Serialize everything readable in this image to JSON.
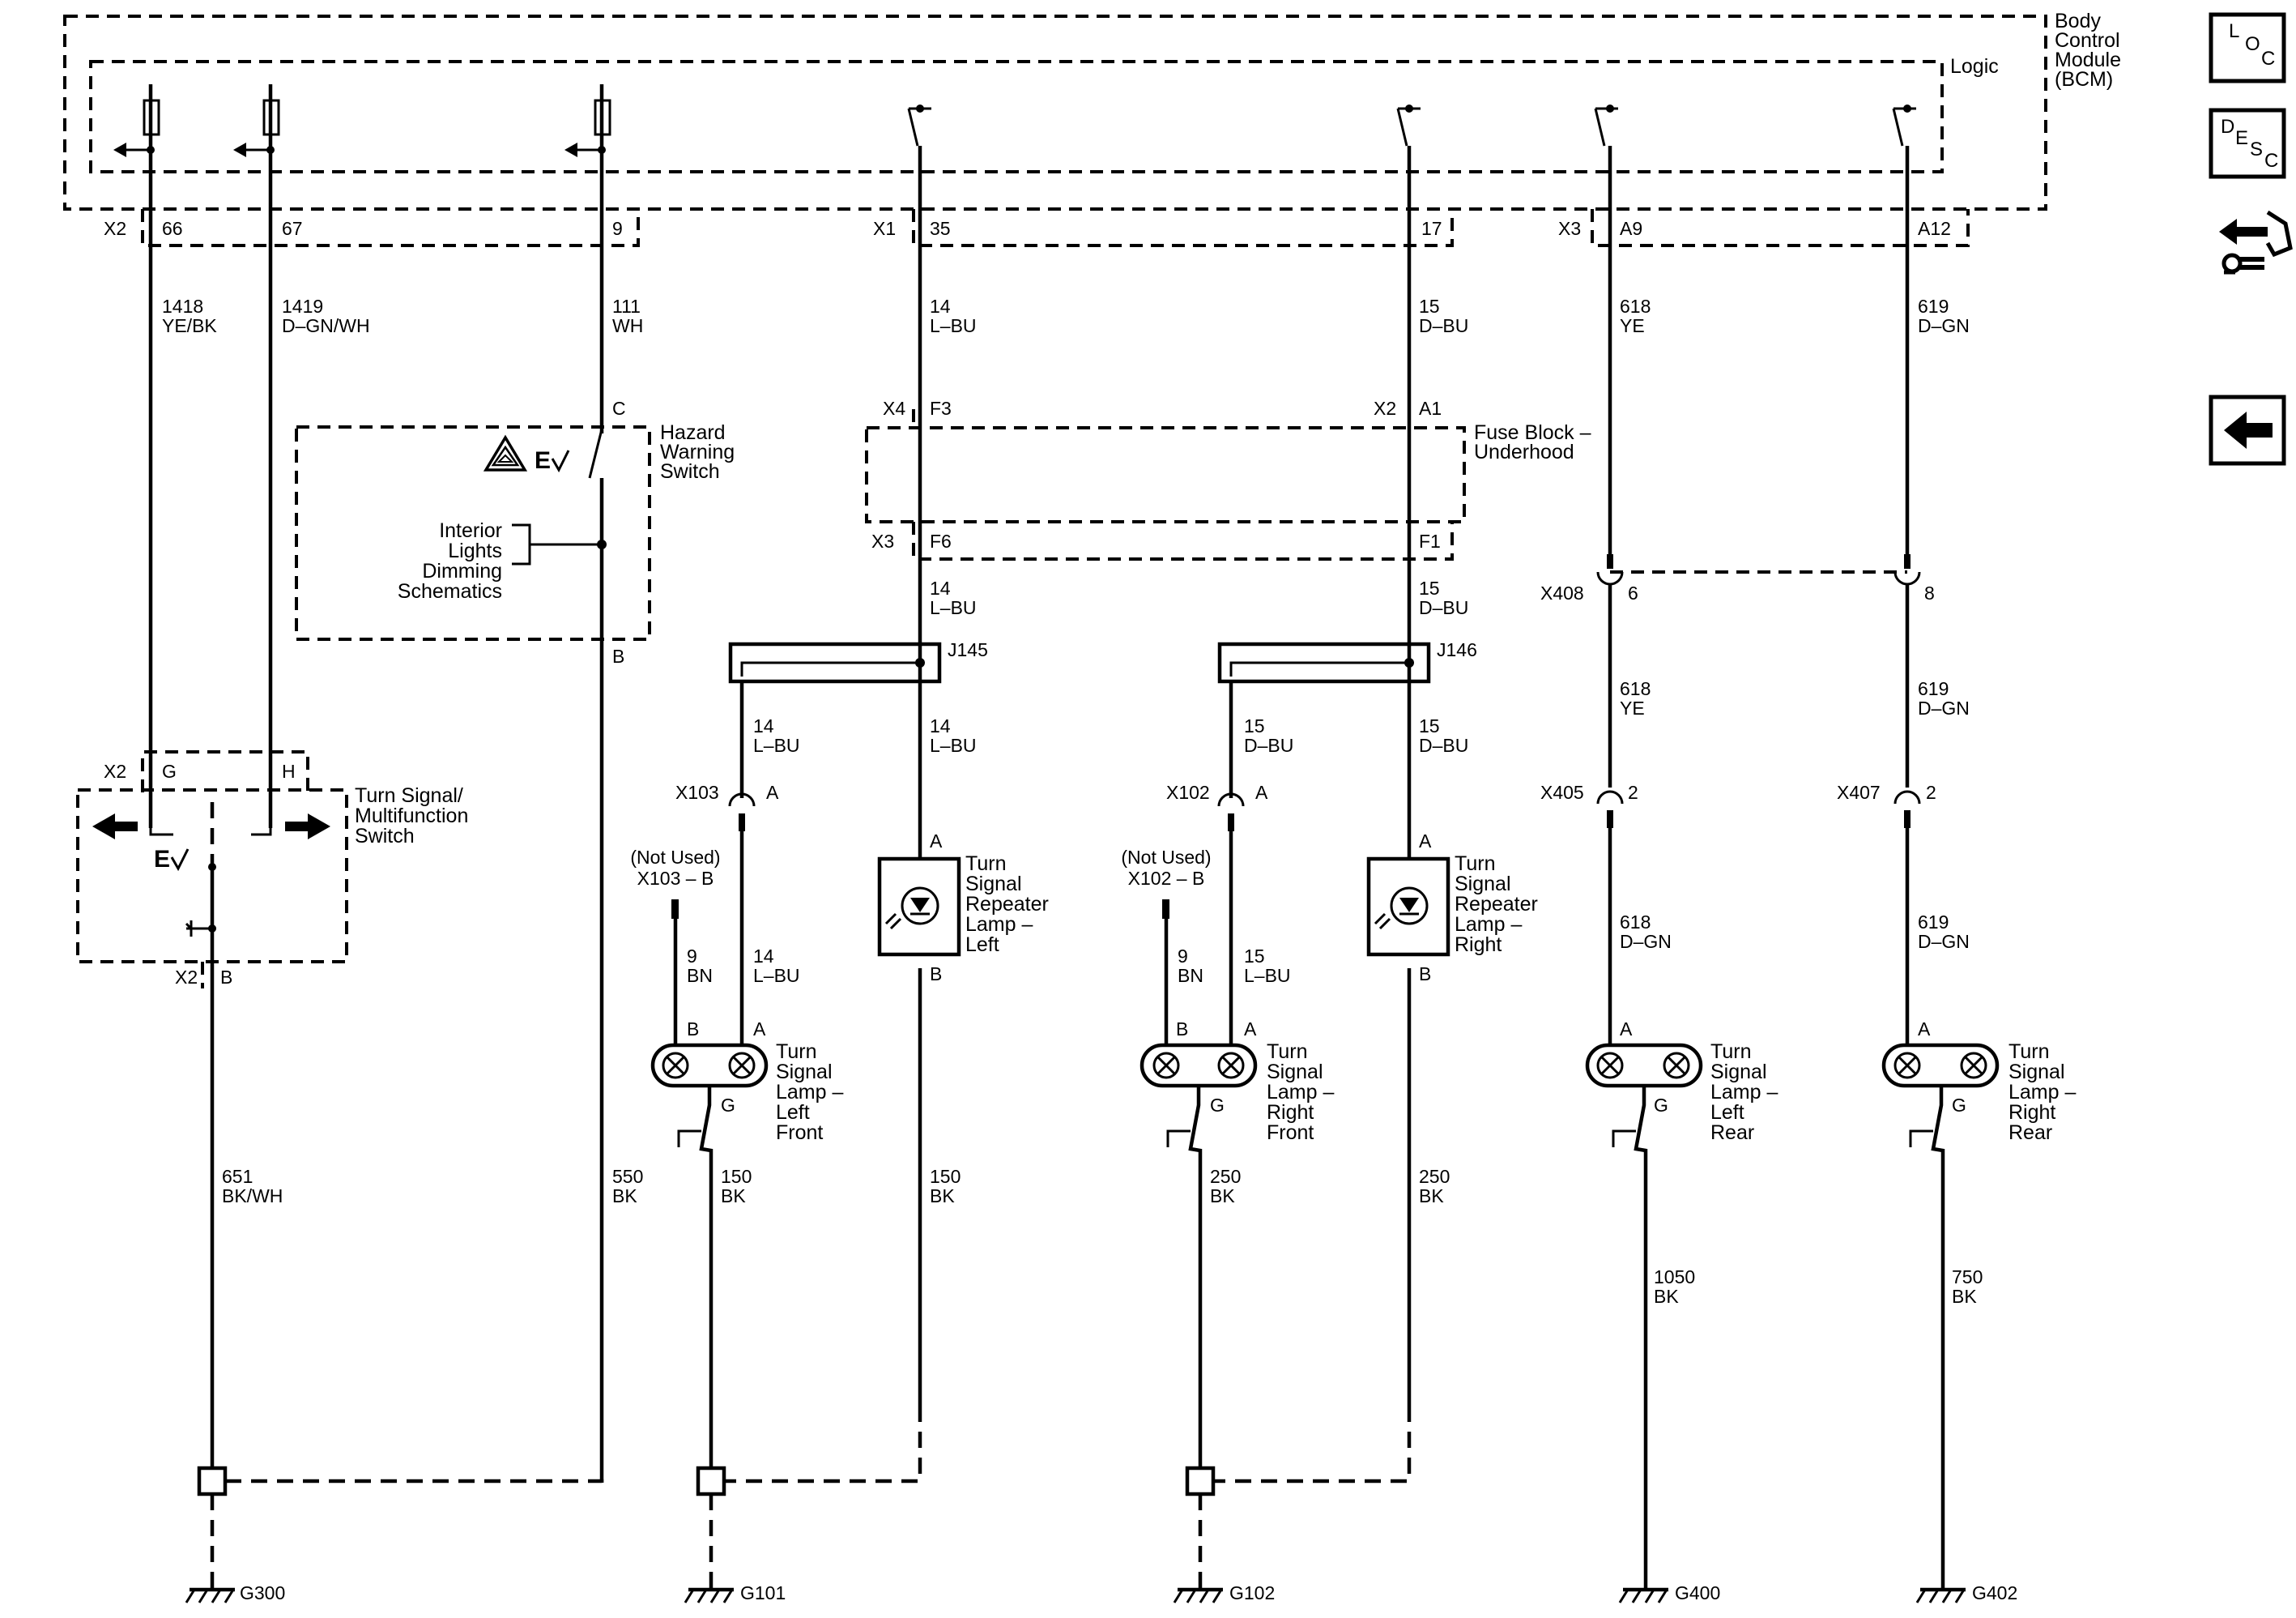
{
  "modules": {
    "bcm_title": [
      "Body",
      "Control",
      "Module",
      "(BCM)"
    ],
    "logic": "Logic",
    "hazard": [
      "Hazard",
      "Warning",
      "Switch"
    ],
    "interior": [
      "Interior",
      "Lights",
      "Dimming",
      "Schematics"
    ],
    "fuse_block": [
      "Fuse Block –",
      "Underhood"
    ],
    "turn_switch": [
      "Turn Signal/",
      "Multifunction",
      "Switch"
    ],
    "repeater_left": [
      "Turn",
      "Signal",
      "Repeater",
      "Lamp –",
      "Left"
    ],
    "repeater_right": [
      "Turn",
      "Signal",
      "Repeater",
      "Lamp –",
      "Right"
    ],
    "lamp_lf": [
      "Turn",
      "Signal",
      "Lamp –",
      "Left",
      "Front"
    ],
    "lamp_rf": [
      "Turn",
      "Signal",
      "Lamp –",
      "Right",
      "Front"
    ],
    "lamp_lr": [
      "Turn",
      "Signal",
      "Lamp –",
      "Left",
      "Rear"
    ],
    "lamp_rr": [
      "Turn",
      "Signal",
      "Lamp –",
      "Right",
      "Rear"
    ],
    "not_used_103": [
      "(Not Used)",
      "X103 – B"
    ],
    "not_used_102": [
      "(Not Used)",
      "X102 – B"
    ]
  },
  "connectors": {
    "x2": "X2",
    "p66": "66",
    "p67": "67",
    "p9": "9",
    "x1": "X1",
    "p35": "35",
    "p17": "17",
    "x3": "X3",
    "pa9": "A9",
    "pa12": "A12",
    "pc": "C",
    "pb": "B",
    "x4": "X4",
    "pf3": "F3",
    "x2b": "X2",
    "pa1": "A1",
    "x3b": "X3",
    "pf6": "F6",
    "pf1": "F1",
    "x408": "X408",
    "p6": "6",
    "p8": "8",
    "j145": "J145",
    "j146": "J146",
    "x103": "X103",
    "pa_103": "A",
    "x102": "X102",
    "pa_102": "A",
    "x405": "X405",
    "p2a": "2",
    "x407": "X407",
    "p2b": "2",
    "rep_l_a": "A",
    "rep_l_b": "B",
    "rep_r_a": "A",
    "rep_r_b": "B",
    "ts_x2": "X2",
    "ts_g": "G",
    "ts_h": "H",
    "ts_x2b": "X2",
    "ts_b": "B",
    "lf_b": "B",
    "lf_a": "A",
    "lf_g": "G",
    "rf_b": "B",
    "rf_a": "A",
    "rf_g": "G",
    "lr_a": "A",
    "lr_g": "G",
    "rr_a": "A",
    "rr_g": "G"
  },
  "wires": {
    "w1418": [
      "1418",
      "YE/BK"
    ],
    "w1419": [
      "1419",
      "D–GN/WH"
    ],
    "w111": [
      "111",
      "WH"
    ],
    "w14a": [
      "14",
      "L–BU"
    ],
    "w15a": [
      "15",
      "D–BU"
    ],
    "w618a": [
      "618",
      "YE"
    ],
    "w619a": [
      "619",
      "D–GN"
    ],
    "w14b": [
      "14",
      "L–BU"
    ],
    "w15b": [
      "15",
      "D–BU"
    ],
    "w14c": [
      "14",
      "L–BU"
    ],
    "w14d": [
      "14",
      "L–BU"
    ],
    "w15c": [
      "15",
      "D–BU"
    ],
    "w15d": [
      "15",
      "D–BU"
    ],
    "w618b": [
      "618",
      "YE"
    ],
    "w619b": [
      "619",
      "D–GN"
    ],
    "w9a": [
      "9",
      "BN"
    ],
    "w14e": [
      "14",
      "L–BU"
    ],
    "w9b": [
      "9",
      "BN"
    ],
    "w15e": [
      "15",
      "L–BU"
    ],
    "w618c": [
      "618",
      "D–GN"
    ],
    "w619c": [
      "619",
      "D–GN"
    ],
    "w651": [
      "651",
      "BK/WH"
    ],
    "w550": [
      "550",
      "BK"
    ],
    "w150a": [
      "150",
      "BK"
    ],
    "w150b": [
      "150",
      "BK"
    ],
    "w250a": [
      "250",
      "BK"
    ],
    "w250b": [
      "250",
      "BK"
    ],
    "w1050": [
      "1050",
      "BK"
    ],
    "w750": [
      "750",
      "BK"
    ]
  },
  "grounds": {
    "g300": "G300",
    "g101": "G101",
    "g102": "G102",
    "g400": "G400",
    "g402": "G402"
  },
  "sidebar": {
    "loc": [
      "L",
      "O",
      "C"
    ],
    "desc": [
      "D",
      "E",
      "S",
      "C"
    ]
  }
}
